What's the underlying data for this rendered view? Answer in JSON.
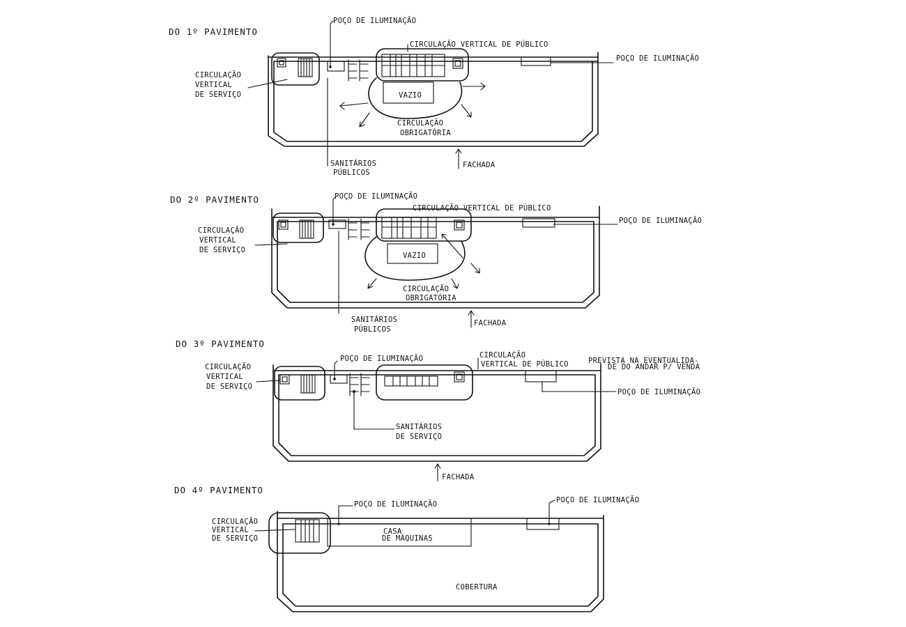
{
  "floors": [
    {
      "title": "DO 1º PAVIMENTO",
      "labels": {
        "poco_top": "POÇO DE ILUMINAÇÃO",
        "circ_publico": "CIRCULAÇÃO VERTICAL DE PÚBLICO",
        "poco_right": "POÇO DE ILUMINAÇÃO",
        "circ_servico": [
          "CIRCULAÇÃO",
          "VERTICAL",
          "DE SERVIÇO"
        ],
        "vazio": "VAZIO",
        "circ_obrig": [
          "CIRCULAÇÃO",
          "OBRIGATÓRIA"
        ],
        "sanitarios": [
          "SANITÁRIOS",
          "PÚBLICOS"
        ],
        "fachada": "FACHADA"
      }
    },
    {
      "title": "DO 2º PAVIMENTO",
      "labels": {
        "poco_top": "POÇO DE ILUMINAÇÃO",
        "circ_publico": "CIRCULAÇÃO VERTICAL DE PÚBLICO",
        "poco_right": "POÇO DE ILUMINAÇÃO",
        "circ_servico": [
          "CIRCULAÇÃO",
          "VERTICAL",
          "DE SERVIÇO"
        ],
        "vazio": "VAZIO",
        "circ_obrig": [
          "CIRCULAÇÃO",
          "OBRIGATÓRIA"
        ],
        "sanitarios": [
          "SANITÁRIOS",
          "PÚBLICOS"
        ],
        "fachada": "FACHADA"
      }
    },
    {
      "title": "DO 3º PAVIMENTO",
      "labels": {
        "circ_servico": [
          "CIRCULAÇÃO",
          "VERTICAL",
          "DE SERVIÇO"
        ],
        "poco_top": "POÇO DE ILUMINAÇÃO",
        "circ_publico": [
          "CIRCULAÇÃO",
          "VERTICAL DE PÚBLICO"
        ],
        "prevista": [
          "PREVISTA NA EVENTUALIDA-",
          "DE DO ANDAR P/ VENDA"
        ],
        "poco_right": "POÇO DE ILUMINAÇÃO",
        "sanitarios": [
          "SANITÁRIOS",
          "DE SERVIÇO"
        ],
        "fachada": "FACHADA"
      }
    },
    {
      "title": "DO 4º PAVIMENTO",
      "labels": {
        "poco_left": "POÇO DE ILUMINAÇÃO",
        "poco_right": "POÇO DE ILUMINAÇÃO",
        "circ_servico": [
          "CIRCULAÇÃO",
          "VERTICAL",
          "DE SERVIÇO"
        ],
        "casa": [
          "CASA",
          "DE MÁQUINAS"
        ],
        "cobertura": "COBERTURA"
      }
    }
  ]
}
